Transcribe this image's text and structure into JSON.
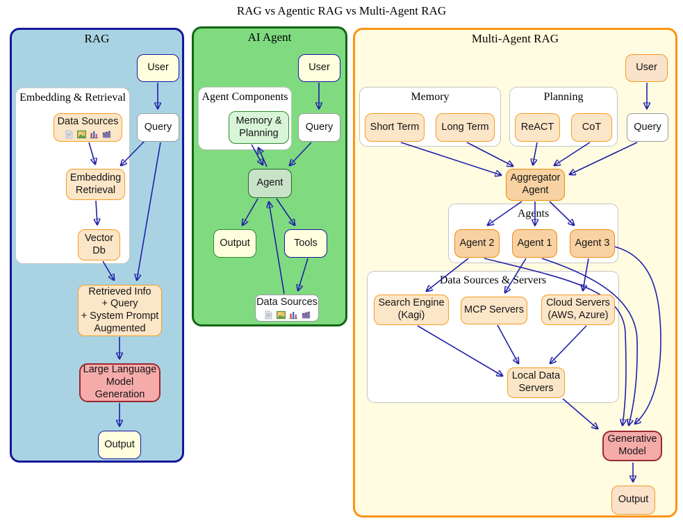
{
  "title": "RAG vs Agentic RAG vs Multi-Agent RAG",
  "colors": {
    "arrow": "#1f1fa8",
    "rag_panel_fill": "#a9d3e3",
    "rag_panel_border": "#16169a",
    "agent_panel_fill": "#80da80",
    "agent_panel_border": "#136413",
    "multi_panel_fill": "#fffce1",
    "multi_panel_border": "#fd9313",
    "peach_fill": "#fce6c8",
    "peach_border": "#f59b20",
    "peach_dark_fill": "#f8d2a2",
    "cream_fill": "#ffffde",
    "pink_fill": "#f6abab",
    "pink_border": "#992830",
    "mint_fill": "#d8f5d8",
    "sage_fill": "#c9e3c9"
  },
  "rag": {
    "title": "RAG",
    "clusters": {
      "embedding_retrieval": "Embedding & Retrieval"
    },
    "nodes": {
      "user": "User",
      "data_sources": "Data Sources",
      "query": "Query",
      "embedding_retrieval": "Embedding\nRetrieval",
      "vector_db": "Vector\nDb",
      "retrieved_info": "Retrieved Info\n+ Query\n+ System Prompt\nAugmented",
      "llm_generation": "Large Language\nModel\nGeneration",
      "output": "Output"
    }
  },
  "ai_agent": {
    "title": "AI Agent",
    "clusters": {
      "agent_components": "Agent Components"
    },
    "nodes": {
      "user": "User",
      "memory_planning": "Memory &\nPlanning",
      "query": "Query",
      "agent": "Agent",
      "output": "Output",
      "tools": "Tools",
      "data_sources": "Data Sources"
    }
  },
  "multi_agent": {
    "title": "Multi-Agent RAG",
    "clusters": {
      "memory": "Memory",
      "planning": "Planning",
      "agents": "Agents",
      "data_sources_servers": "Data Sources & Servers"
    },
    "nodes": {
      "user": "User",
      "short_term": "Short Term",
      "long_term": "Long Term",
      "react": "ReACT",
      "cot": "CoT",
      "query": "Query",
      "aggregator_agent": "Aggregator\nAgent",
      "agent_2": "Agent 2",
      "agent_1": "Agent 1",
      "agent_3": "Agent 3",
      "search_engine": "Search Engine\n(Kagi)",
      "mcp_servers": "MCP Servers",
      "cloud_servers": "Cloud Servers\n(AWS, Azure)",
      "local_data_servers": "Local Data\nServers",
      "generative_model": "Generative\nModel",
      "output": "Output"
    }
  },
  "icons": {
    "data_sources_icons": [
      "document-icon",
      "image-icon",
      "bar-chart-icon",
      "clapperboard-icon"
    ]
  }
}
